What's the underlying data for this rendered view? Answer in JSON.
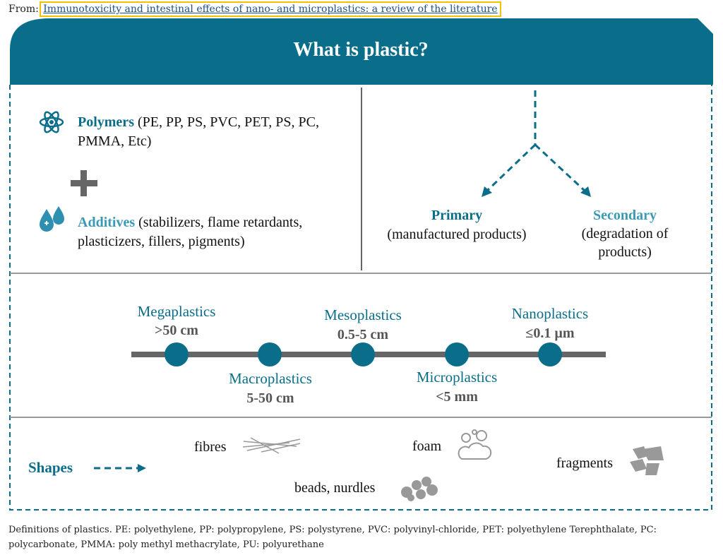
{
  "source": {
    "prefix": "From:",
    "link_text": "Immunotoxicity and intestinal effects of nano- and microplastics: a review of the literature"
  },
  "header": {
    "title": "What is plastic?"
  },
  "composition": {
    "polymers": {
      "label": "Polymers",
      "text_line1": "(PE, PP, PS, PVC, PET, PS, PC,",
      "text_line2": "PMMA, Etc)"
    },
    "additives": {
      "label": "Additives",
      "text_line1": "(stabilizers, flame retardants,",
      "text_line2": "plasticizers, fillers, pigments)"
    }
  },
  "origin": {
    "primary": {
      "label": "Primary",
      "desc": "(manufactured products)"
    },
    "secondary": {
      "label": "Secondary",
      "desc_line1": "(degradation of",
      "desc_line2": "products)"
    }
  },
  "sizes": [
    {
      "name": "Megaplastics",
      "range": ">50 cm"
    },
    {
      "name": "Macroplastics",
      "range": "5-50 cm"
    },
    {
      "name": "Mesoplastics",
      "range": "0.5-5 cm"
    },
    {
      "name": "Microplastics",
      "range": "<5 mm"
    },
    {
      "name": "Nanoplastics",
      "range": "≤0.1 µm"
    }
  ],
  "shapes": {
    "label": "Shapes",
    "fibres": "fibres",
    "foam": "foam",
    "fragments": "fragments",
    "beads": "beads, nurdles"
  },
  "colors": {
    "primary_teal": "#0a6e8a",
    "header_bg": "#0a6e8a",
    "grey": "#666666",
    "light_grey": "#a0a0a0"
  },
  "caption": "Definitions of plastics. PE: polyethylene, PP: polypropylene, PS: polystyrene, PVC: polyvinyl-chloride, PET: polyethylene Terephthalate, PC: polycarbonate, PMMA: poly methyl methacrylate, PU: polyurethane"
}
